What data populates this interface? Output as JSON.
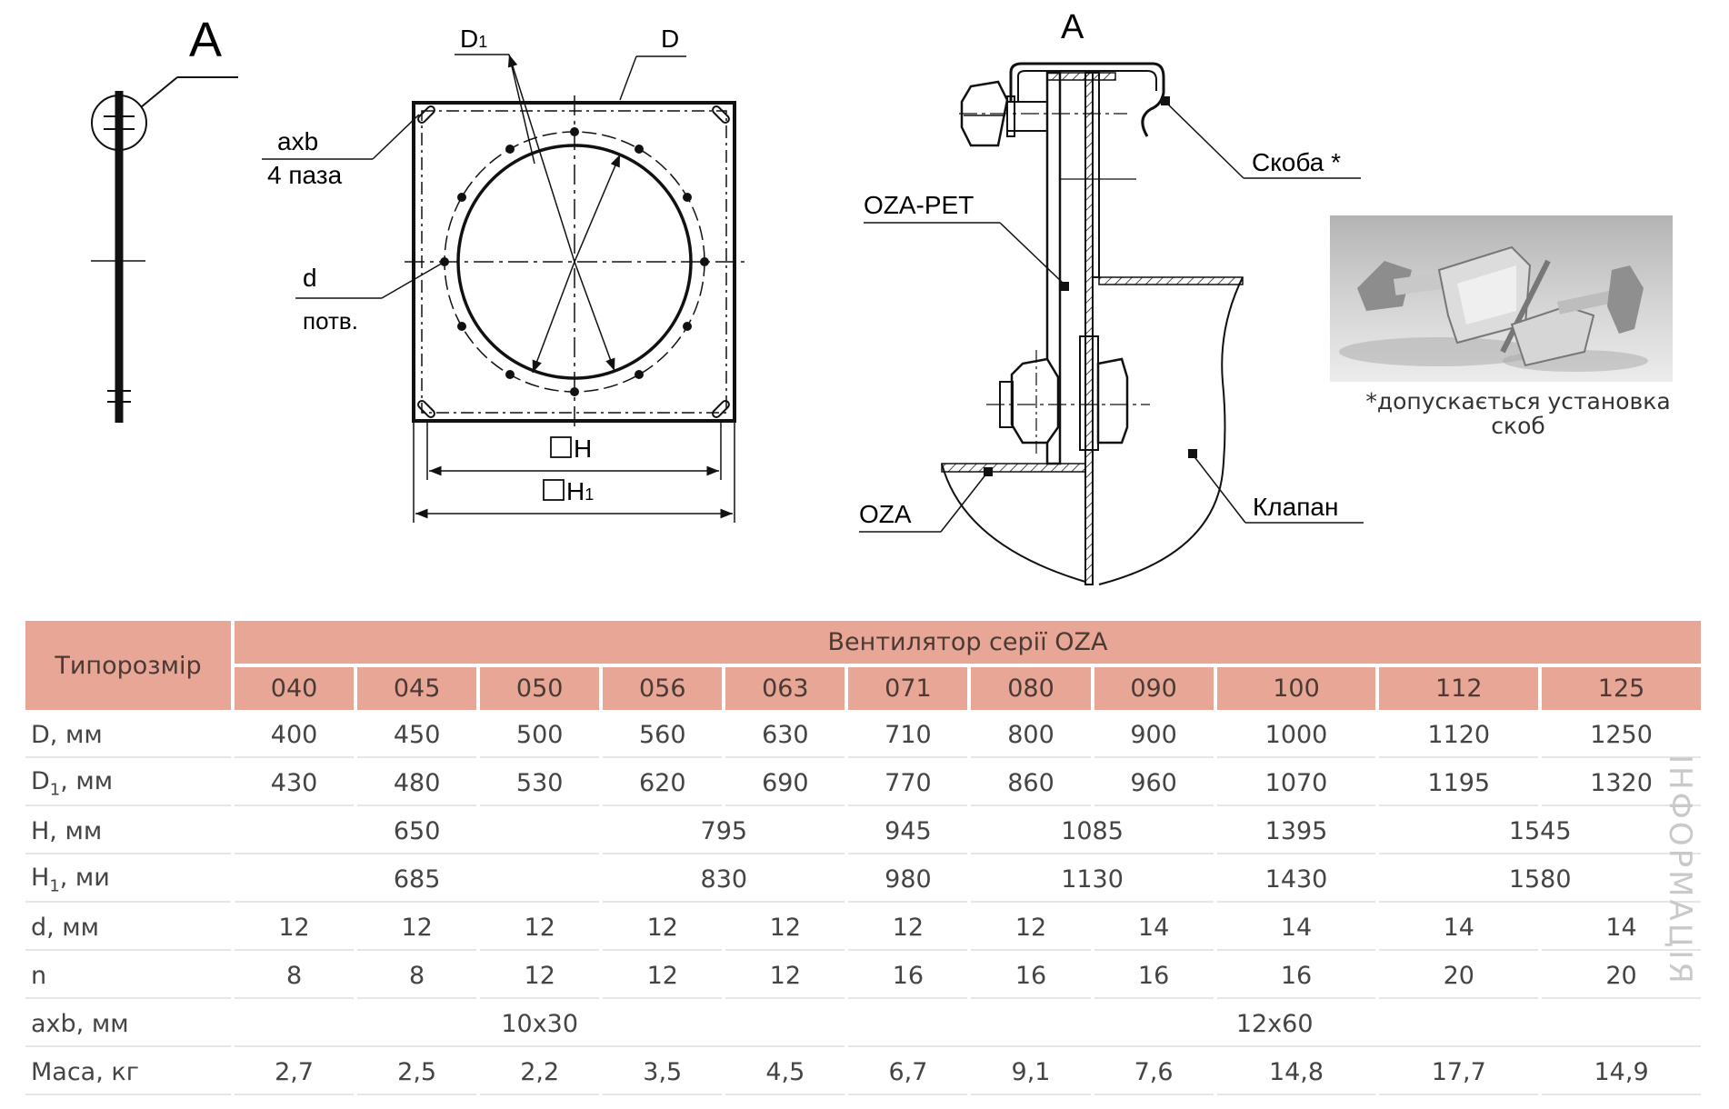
{
  "drawing": {
    "label_a_left": "A",
    "label_a_right": "A",
    "label_d1": "D",
    "label_d1_sub": "1",
    "label_d": "D",
    "label_axb": "axb",
    "label_slots": "4 паза",
    "label_d_small": "d",
    "label_holes": "потв.",
    "label_h": "H",
    "label_h1": "H",
    "label_h1_sub": "1",
    "label_oza_pet": "OZA-PET",
    "label_skoba": "Скоба *",
    "label_oza": "OZA",
    "label_klapan": "Клапан"
  },
  "caption": [
    "*допускається установка",
    "скоб"
  ],
  "side_mark": "ІНФОРМАЦІЯ",
  "table": {
    "corner": "Типорозмір",
    "group": "Вентилятор серії OZA",
    "sizes": [
      "040",
      "045",
      "050",
      "056",
      "063",
      "071",
      "080",
      "090",
      "100",
      "112",
      "125"
    ],
    "rows": [
      {
        "label": "D, мм",
        "cells": [
          [
            "400",
            1
          ],
          [
            "450",
            1
          ],
          [
            "500",
            1
          ],
          [
            "560",
            1
          ],
          [
            "630",
            1
          ],
          [
            "710",
            1
          ],
          [
            "800",
            1
          ],
          [
            "900",
            1
          ],
          [
            "1000",
            1
          ],
          [
            "1120",
            1
          ],
          [
            "1250",
            1
          ]
        ]
      },
      {
        "label": "D",
        "sub": "1",
        "suffix": ", мм",
        "cells": [
          [
            "430",
            1
          ],
          [
            "480",
            1
          ],
          [
            "530",
            1
          ],
          [
            "620",
            1
          ],
          [
            "690",
            1
          ],
          [
            "770",
            1
          ],
          [
            "860",
            1
          ],
          [
            "960",
            1
          ],
          [
            "1070",
            1
          ],
          [
            "1195",
            1
          ],
          [
            "1320",
            1
          ]
        ]
      },
      {
        "label": "H, мм",
        "cells": [
          [
            "650",
            3
          ],
          [
            "795",
            2
          ],
          [
            "945",
            1
          ],
          [
            "1085",
            2
          ],
          [
            "1395",
            1
          ],
          [
            "1545",
            2
          ]
        ]
      },
      {
        "label": "H",
        "sub": "1",
        "suffix": ", ми",
        "cells": [
          [
            "685",
            3
          ],
          [
            "830",
            2
          ],
          [
            "980",
            1
          ],
          [
            "1130",
            2
          ],
          [
            "1430",
            1
          ],
          [
            "1580",
            2
          ]
        ]
      },
      {
        "label": "d, мм",
        "cells": [
          [
            "12",
            1
          ],
          [
            "12",
            1
          ],
          [
            "12",
            1
          ],
          [
            "12",
            1
          ],
          [
            "12",
            1
          ],
          [
            "12",
            1
          ],
          [
            "12",
            1
          ],
          [
            "14",
            1
          ],
          [
            "14",
            1
          ],
          [
            "14",
            1
          ],
          [
            "14",
            1
          ]
        ]
      },
      {
        "label": "n",
        "cells": [
          [
            "8",
            1
          ],
          [
            "8",
            1
          ],
          [
            "12",
            1
          ],
          [
            "12",
            1
          ],
          [
            "12",
            1
          ],
          [
            "16",
            1
          ],
          [
            "16",
            1
          ],
          [
            "16",
            1
          ],
          [
            "16",
            1
          ],
          [
            "20",
            1
          ],
          [
            "20",
            1
          ]
        ]
      },
      {
        "label": "axb, мм",
        "cells": [
          [
            "10x30",
            5
          ],
          [
            "12x60",
            6
          ]
        ]
      },
      {
        "label": "Маса, кг",
        "cells": [
          [
            "2,7",
            1
          ],
          [
            "2,5",
            1
          ],
          [
            "2,2",
            1
          ],
          [
            "3,5",
            1
          ],
          [
            "4,5",
            1
          ],
          [
            "6,7",
            1
          ],
          [
            "9,1",
            1
          ],
          [
            "7,6",
            1
          ],
          [
            "14,8",
            1
          ],
          [
            "17,7",
            1
          ],
          [
            "14,9",
            1
          ]
        ]
      }
    ]
  }
}
